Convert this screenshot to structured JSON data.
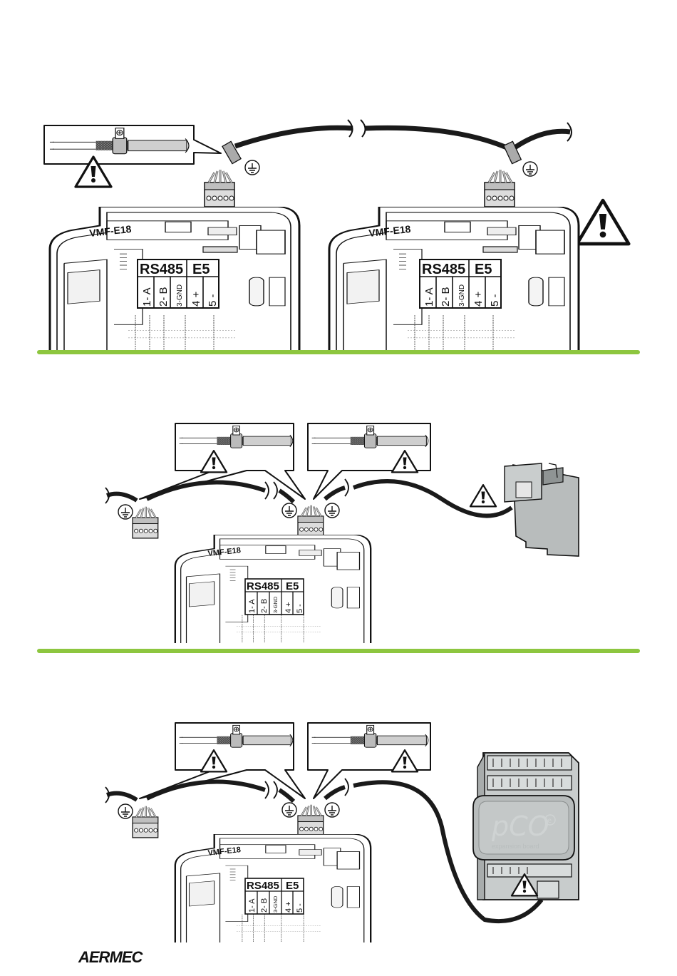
{
  "controller": {
    "model": "VMF-E18",
    "rs485_label": "RS485",
    "e5_label": "E5",
    "terminals": [
      "1- A",
      "2- B",
      "3-GND",
      "4 +",
      "5 -"
    ]
  },
  "expansion": {
    "brand": "pCO",
    "superscript": "e",
    "subtitle": "expansion board"
  },
  "footer": {
    "logo": "AERMEC"
  },
  "colors": {
    "divider": "#8dc63f",
    "cable": "#1a1a1a",
    "panel": "#ffffff",
    "warning": "#111111",
    "board": "#b8bcbc"
  },
  "icons": [
    "warning-icon",
    "ground-icon",
    "cable-clamp-icon",
    "screw-icon"
  ]
}
